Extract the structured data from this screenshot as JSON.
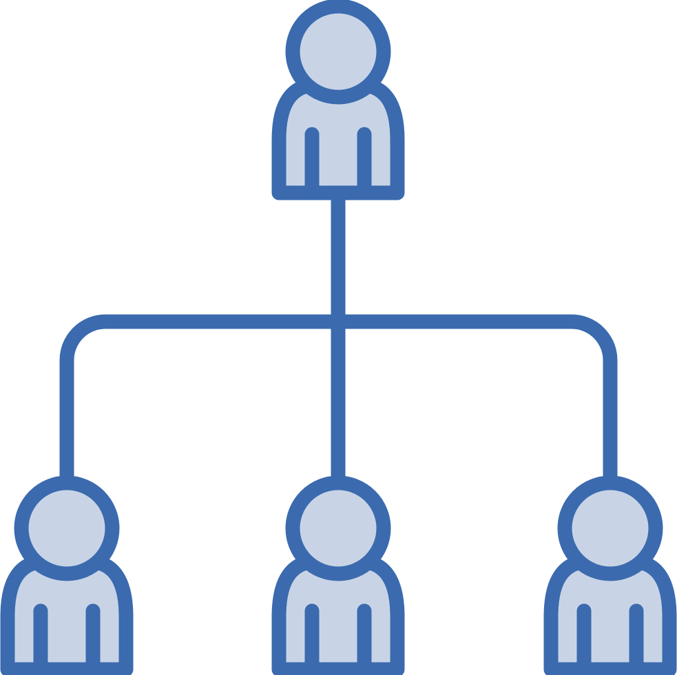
{
  "colors": {
    "stroke": "#3b6aae",
    "fill": "#c8d4e6",
    "background": "#ffffff"
  },
  "diagram": {
    "type": "org-hierarchy-icon",
    "nodes": [
      {
        "id": "root",
        "icon": "person-icon",
        "level": 0
      },
      {
        "id": "child-left",
        "icon": "person-icon",
        "level": 1,
        "parent": "root"
      },
      {
        "id": "child-center",
        "icon": "person-icon",
        "level": 1,
        "parent": "root"
      },
      {
        "id": "child-right",
        "icon": "person-icon",
        "level": 1,
        "parent": "root"
      }
    ]
  }
}
